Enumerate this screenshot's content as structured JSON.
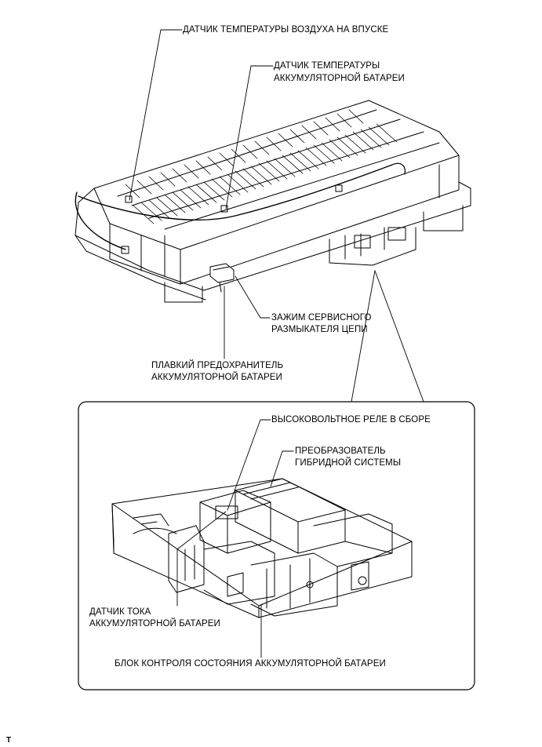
{
  "labels": {
    "air_intake_sensor": "ДАТЧИК ТЕМПЕРАТУРЫ ВОЗДУХА НА ВПУСКЕ",
    "battery_temp_sensor_1": "ДАТЧИК ТЕМПЕРАТУРЫ",
    "battery_temp_sensor_2": "АККУМУЛЯТОРНОЙ БАТАРЕИ",
    "service_plug_clamp_1": "ЗАЖИМ СЕРВИСНОГО",
    "service_plug_clamp_2": "РАЗМЫКАТЕЛЯ ЦЕПИ",
    "battery_fuse_1": "ПЛАВКИЙ ПРЕДОХРАНИТЕЛЬ",
    "battery_fuse_2": "АККУМУЛЯТОРНОЙ БАТАРЕИ",
    "hv_relay": "ВЫСОКОВОЛЬТНОЕ РЕЛЕ В СБОРЕ",
    "hybrid_converter_1": "ПРЕОБРАЗОВАТЕЛЬ",
    "hybrid_converter_2": "ГИБРИДНОЙ СИСТЕМЫ",
    "current_sensor_1": "ДАТЧИК ТОКА",
    "current_sensor_2": "АККУМУЛЯТОРНОЙ БАТАРЕИ",
    "battery_monitor_unit": "БЛОК КОНТРОЛЯ СОСТОЯНИЯ АККУМУЛЯТОРНОЙ БАТАРЕИ"
  },
  "footer": {
    "code": "T"
  }
}
